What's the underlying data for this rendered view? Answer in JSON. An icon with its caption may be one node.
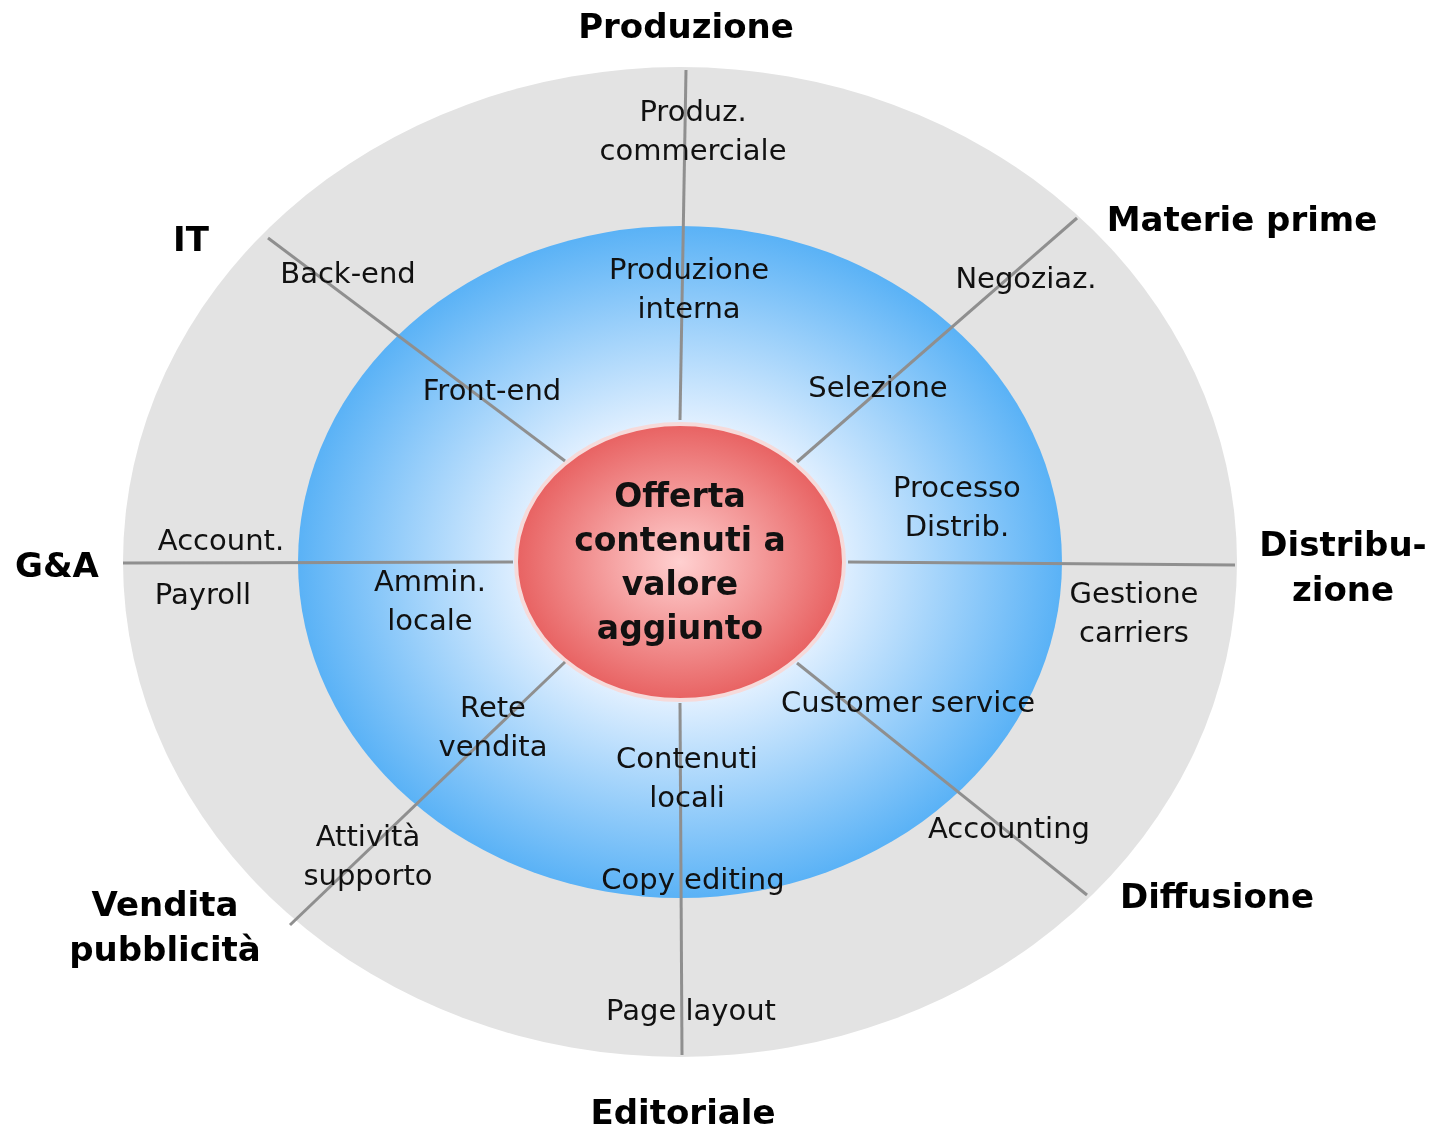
{
  "diagram": {
    "nodes": [
      {
        "text": [],
        "shape": "ellipse"
      },
      {
        "text": [],
        "shape": "ellipse",
        "in": 0
      },
      {
        "text": [
          "Offerta contenuti a valore aggiunto"
        ],
        "in": 1
      }
    ],
    "edges": [],
    "labels": [
      "Produzione",
      "Produz. commerciale",
      "Materie prime",
      "IT",
      "Back-end",
      "Produzione interna",
      "Negoziaz.",
      "Front-end",
      "Selezione",
      "Processo Distrib.",
      "Account.",
      "G&A",
      "Distribu- zione",
      "Payroll",
      "Ammin. locale",
      "Gestione carriers",
      "Customer service",
      "Rete vendita",
      "Contenuti locali",
      "Accounting",
      "Attività supporto",
      "Copy editing",
      "Vendita pubblicità",
      "Diffusione",
      "Page layout",
      "Editoriale"
    ]
  }
}
